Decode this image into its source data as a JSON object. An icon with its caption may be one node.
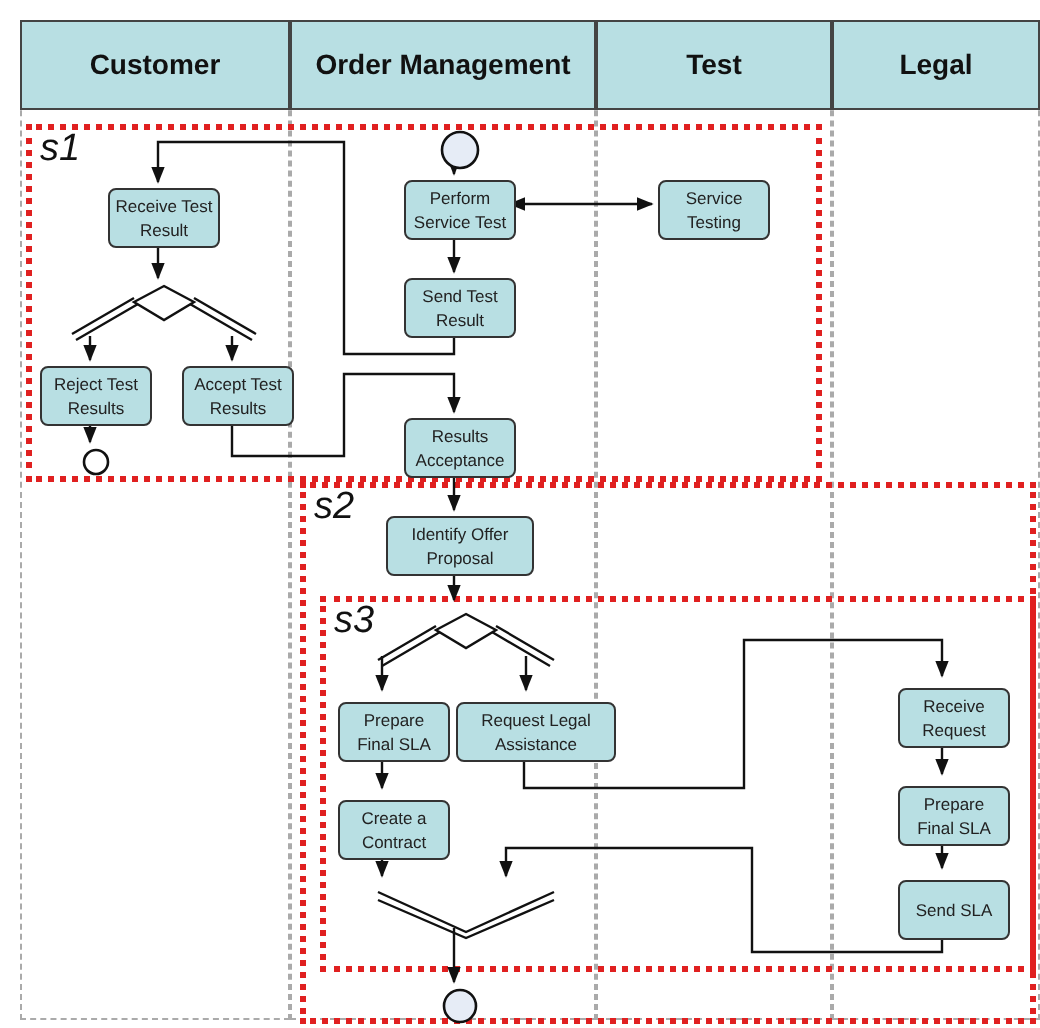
{
  "diagram": {
    "nodes": [
      {
        "text": [
          "Customer"
        ]
      },
      {
        "text": [
          "Order Management"
        ]
      },
      {
        "text": [
          "Test"
        ]
      },
      {
        "text": [
          "Legal"
        ]
      },
      {
        "text": [
          "s1"
        ]
      },
      {
        "text": [],
        "shape": "circle",
        "in": 4
      },
      {
        "text": [
          "Perform Service Test"
        ],
        "in": 4
      },
      {
        "text": [
          "Service Testing"
        ],
        "in": 4
      },
      {
        "text": [
          "Send Test Result"
        ],
        "in": 4
      },
      {
        "text": [
          "Receive Test Result"
        ],
        "in": 4
      },
      {
        "text": [],
        "shape": "diamond",
        "in": 4
      },
      {
        "text": [
          "Reject Test Results"
        ],
        "in": 4
      },
      {
        "text": [
          "Accept Test Results"
        ],
        "in": 4
      },
      {
        "text": [],
        "shape": "circle",
        "in": 4
      },
      {
        "text": [
          "Results Acceptance"
        ],
        "in": 4
      },
      {
        "text": [
          "s2"
        ]
      },
      {
        "text": [
          "Identify Offer Proposal"
        ],
        "in": 15
      },
      {
        "text": [
          "s3"
        ],
        "in": 15
      },
      {
        "text": [],
        "shape": "diamond",
        "in": 17
      },
      {
        "text": [
          "Prepare Final SLA"
        ],
        "in": 17
      },
      {
        "text": [
          "Request Legal Assistance"
        ],
        "in": 17
      },
      {
        "text": [
          "Create a Contract"
        ],
        "in": 17
      },
      {
        "text": [
          "Receive Request"
        ],
        "in": 17
      },
      {
        "text": [
          "Prepare Final SLA"
        ],
        "in": 17
      },
      {
        "text": [
          "Send SLA"
        ],
        "in": 17
      },
      {
        "text": [],
        "shape": "bar",
        "in": 17
      },
      {
        "text": [],
        "shape": "circle",
        "in": 15
      }
    ],
    "edges": [
      {
        "from": 5,
        "to": 6,
        "arrow": "to"
      },
      {
        "from": 6,
        "to": 7,
        "arrow": "both"
      },
      {
        "from": 6,
        "to": 8,
        "arrow": "to"
      },
      {
        "from": 8,
        "to": 9,
        "arrow": "to"
      },
      {
        "from": 9,
        "to": 10,
        "arrow": "to"
      },
      {
        "from": 10,
        "to": 11,
        "arrow": "to"
      },
      {
        "from": 10,
        "to": 12,
        "arrow": "to"
      },
      {
        "from": 11,
        "to": 13,
        "arrow": "to"
      },
      {
        "from": 12,
        "to": 14,
        "arrow": "to"
      },
      {
        "from": 14,
        "to": 16,
        "arrow": "to"
      },
      {
        "from": 16,
        "to": 18,
        "arrow": "to"
      },
      {
        "from": 18,
        "to": 19,
        "arrow": "to"
      },
      {
        "from": 18,
        "to": 20,
        "arrow": "to"
      },
      {
        "from": 19,
        "to": 21,
        "arrow": "to"
      },
      {
        "from": 20,
        "to": 22,
        "arrow": "to"
      },
      {
        "from": 22,
        "to": 23,
        "arrow": "to"
      },
      {
        "from": 23,
        "to": 24,
        "arrow": "to"
      },
      {
        "from": 21,
        "to": 25,
        "arrow": "to"
      },
      {
        "from": 24,
        "to": 25,
        "arrow": "to"
      },
      {
        "from": 25,
        "to": 26,
        "arrow": "to"
      }
    ]
  }
}
